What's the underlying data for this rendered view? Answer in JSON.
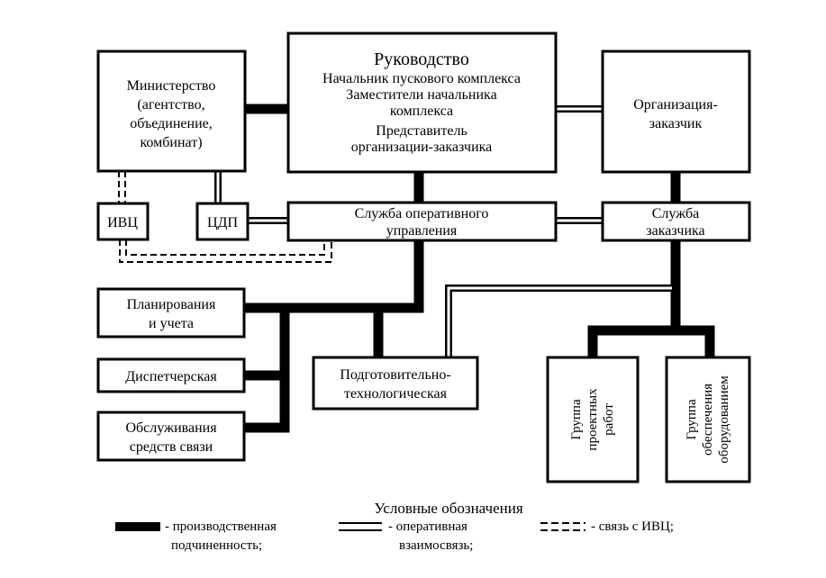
{
  "nodes": {
    "leadership": {
      "title": "Руководство",
      "lines": [
        "Начальник пускового комплекса",
        "Заместители начальника",
        "комплекса",
        "Представитель",
        "организации-заказчика"
      ]
    },
    "ministry": {
      "lines": [
        "Министерство",
        "(агентство,",
        "объединение,",
        "комбинат)"
      ]
    },
    "customer_org": {
      "lines": [
        "Организация-",
        "заказчик"
      ]
    },
    "ivc": {
      "lines": [
        "ИВЦ"
      ]
    },
    "cdp": {
      "lines": [
        "ЦДП"
      ]
    },
    "operations_service": {
      "lines": [
        "Служба оперативного",
        "управления"
      ]
    },
    "customer_service": {
      "lines": [
        "Служба",
        "заказчика"
      ]
    },
    "planning": {
      "lines": [
        "Планирования",
        "и учета"
      ]
    },
    "dispatch": {
      "lines": [
        "Диспетчерская"
      ]
    },
    "comms_service": {
      "lines": [
        "Обслуживания",
        "средств связи"
      ]
    },
    "prep_tech": {
      "lines": [
        "Подготовительно-",
        "технологическая"
      ]
    },
    "design_group": {
      "lines": [
        "Группа",
        "проектных",
        "работ"
      ]
    },
    "equipment_group": {
      "lines": [
        "Группа",
        "обеспечения",
        "оборудованием"
      ]
    }
  },
  "legend": {
    "title": "Условные обозначения",
    "production": {
      "line1": "- производственная",
      "line2": "подчиненность;"
    },
    "operational": {
      "line1": "- оперативная",
      "line2": "взаимосвязь;"
    },
    "ivc_link": {
      "line1": "- связь с ИВЦ;"
    }
  }
}
